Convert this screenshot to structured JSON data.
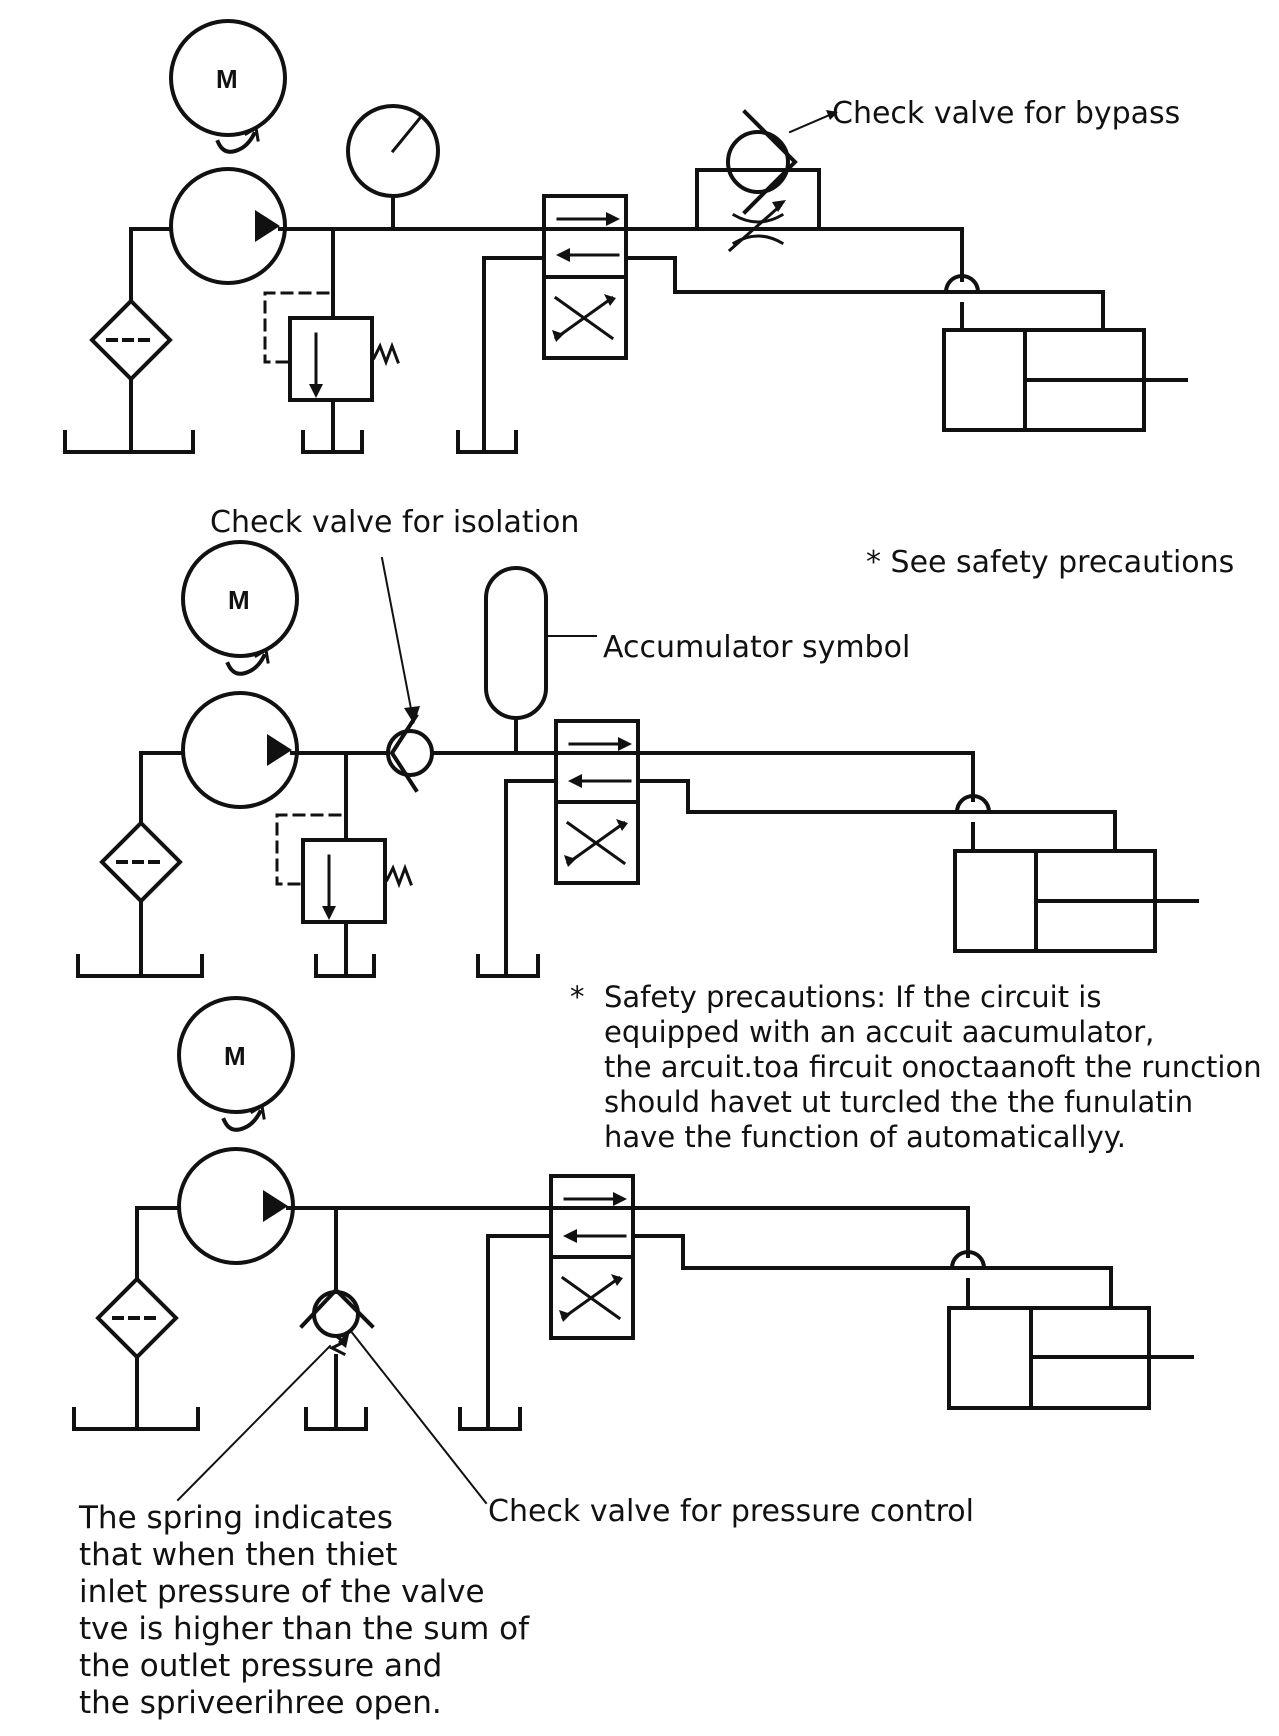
{
  "labels": {
    "bypass_check": "Check valve for bypass",
    "isolation_check": "Check valve for isolation",
    "see_safety": "See safety precautions",
    "star": "*",
    "accumulator": "Accumulator symbol",
    "pressure_control_check": "Check valve for pressure control",
    "motor_letter": "M"
  },
  "safety_note": {
    "star": "*",
    "line1": "Safety precautions:  If the circuit is",
    "line2": "equipped with an accuit aacumulator,",
    "line3": "the arcuit.toa fircuit onoctaanoft the runction",
    "line4": "should havet ut turcled the the funulatin",
    "line5": "have the function of automaticallyy."
  },
  "spring_note": {
    "line1": "The spring indicates",
    "line2": "that when then thiet",
    "line3": "inlet pressure of the valve",
    "line4": "tve is higher than the sum of",
    "line5": "the outlet pressure and",
    "line6": "the spriveerihree open."
  }
}
